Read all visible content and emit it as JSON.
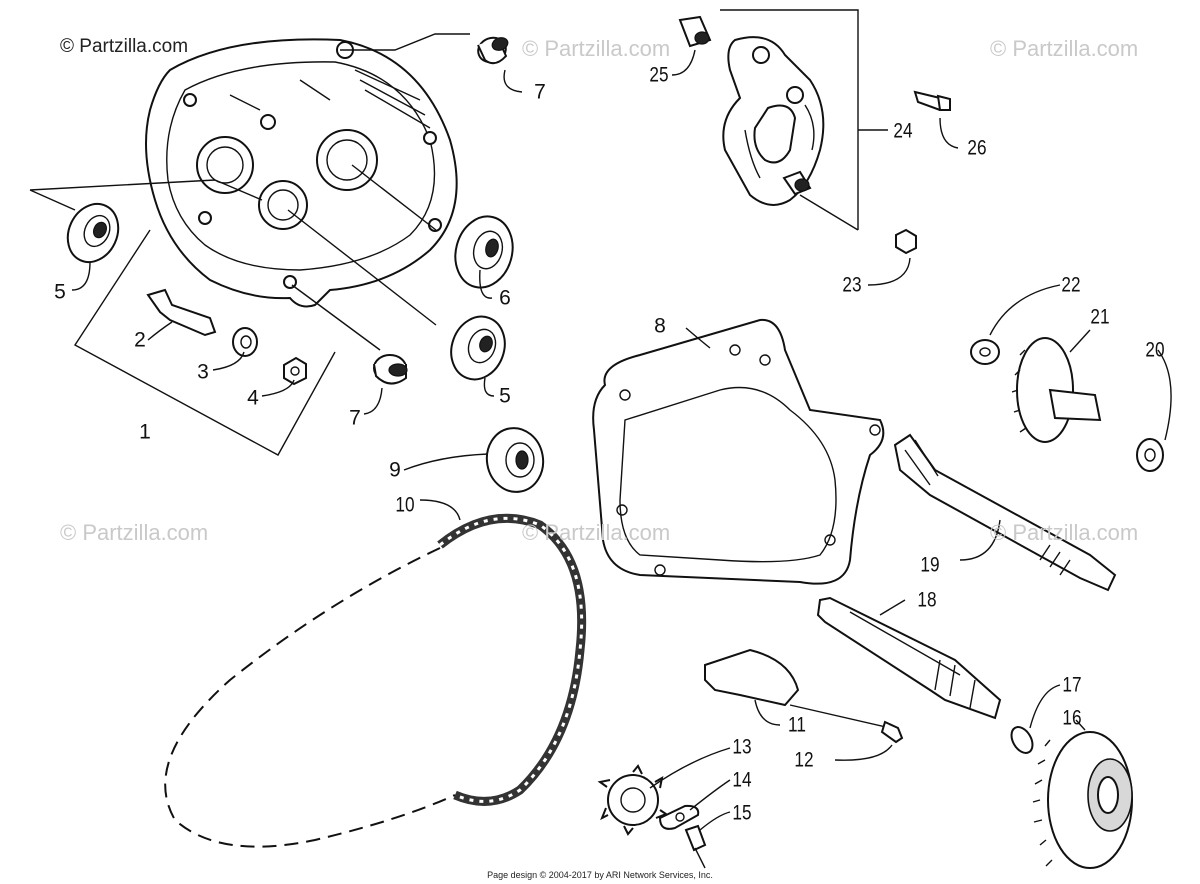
{
  "watermarks": [
    "© Partzilla.com",
    "© Partzilla.com",
    "© Partzilla.com",
    "© Partzilla.com",
    "© Partzilla.com",
    "© Partzilla.com"
  ],
  "footer": "Page design © 2004-2017 by ARI Network Services, Inc.",
  "callouts": {
    "n1": "1",
    "n2": "2",
    "n3": "3",
    "n4": "4",
    "n5a": "5",
    "n5b": "5",
    "n6": "6",
    "n7a": "7",
    "n7b": "7",
    "n8": "8",
    "n9": "9",
    "n10": "10",
    "n11": "11",
    "n12": "12",
    "n13": "13",
    "n14": "14",
    "n15": "15",
    "n16": "16",
    "n17": "17",
    "n18": "18",
    "n19": "19",
    "n20": "20",
    "n21": "21",
    "n22": "22",
    "n23": "23",
    "n24": "24",
    "n25": "25",
    "n26": "26"
  }
}
